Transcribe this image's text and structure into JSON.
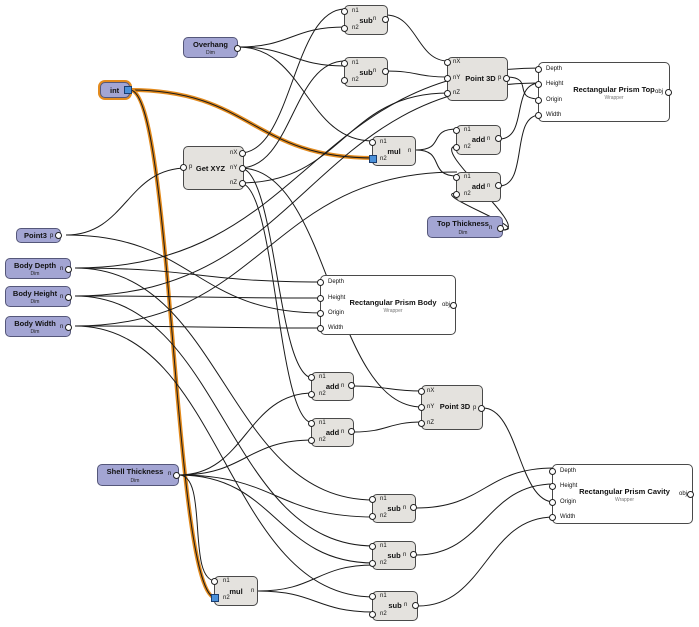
{
  "nodes": {
    "overhang": {
      "title": "Overhang",
      "sub": "Dim"
    },
    "int": {
      "title": "int"
    },
    "sub1": {
      "title": "sub",
      "in1": "n1",
      "in2": "n2",
      "out": "n"
    },
    "sub2": {
      "title": "sub",
      "in1": "n1",
      "in2": "n2",
      "out": "n"
    },
    "point3d_top": {
      "title": "Point 3D",
      "inX": "nX",
      "inY": "nY",
      "inZ": "nZ",
      "out": "p"
    },
    "prism_top": {
      "title": "Rectangular Prism Top",
      "sub": "Wrapper",
      "in1": "Depth",
      "in2": "Height",
      "in3": "Origin",
      "in4": "Width",
      "out": "obj"
    },
    "getxyz": {
      "title": "Get XYZ",
      "in": "p",
      "out1": "nX",
      "out2": "nY",
      "out3": "nZ"
    },
    "mul1": {
      "title": "mul",
      "in1": "n1",
      "in2": "n2",
      "out": "n"
    },
    "add1": {
      "title": "add",
      "in1": "n1",
      "in2": "n2",
      "out": "n"
    },
    "add2": {
      "title": "add",
      "in1": "n1",
      "in2": "n2",
      "out": "n"
    },
    "top_thickness": {
      "title": "Top Thickness",
      "sub": "Dim",
      "out": "n"
    },
    "point3": {
      "title": "Point3",
      "out": "p"
    },
    "body_depth": {
      "title": "Body Depth",
      "sub": "Dim",
      "out": "n"
    },
    "body_height": {
      "title": "Body Height",
      "sub": "Dim",
      "out": "n"
    },
    "body_width": {
      "title": "Body Width",
      "sub": "Dim",
      "out": "n"
    },
    "prism_body": {
      "title": "Rectangular Prism Body",
      "sub": "Wrapper",
      "in1": "Depth",
      "in2": "Height",
      "in3": "Origin",
      "in4": "Width",
      "out": "obj"
    },
    "add3": {
      "title": "add",
      "in1": "n1",
      "in2": "n2",
      "out": "n"
    },
    "add4": {
      "title": "add",
      "in1": "n1",
      "in2": "n2",
      "out": "n"
    },
    "point3d_mid": {
      "title": "Point 3D",
      "inX": "nX",
      "inY": "nY",
      "inZ": "nZ",
      "out": "p"
    },
    "shell_thickness": {
      "title": "Shell Thickness",
      "sub": "Dim",
      "out": "n"
    },
    "prism_cavity": {
      "title": "Rectangular Prism Cavity",
      "sub": "Wrapper",
      "in1": "Depth",
      "in2": "Height",
      "in3": "Origin",
      "in4": "Width",
      "out": "obj"
    },
    "sub3": {
      "title": "sub",
      "in1": "n1",
      "in2": "n2",
      "out": "n"
    },
    "sub4": {
      "title": "sub",
      "in1": "n1",
      "in2": "n2",
      "out": "n"
    },
    "sub5": {
      "title": "sub",
      "in1": "n1",
      "in2": "n2",
      "out": "n"
    },
    "mul2": {
      "title": "mul",
      "in1": "n1",
      "in2": "n2",
      "out": "n"
    }
  },
  "colors": {
    "wire": "#1a1a1a",
    "selected_wire": "#e38b1e",
    "param_fill": "#a3a5d3",
    "op_fill": "#e4e2de",
    "wrapper_fill": "#ffffff"
  }
}
